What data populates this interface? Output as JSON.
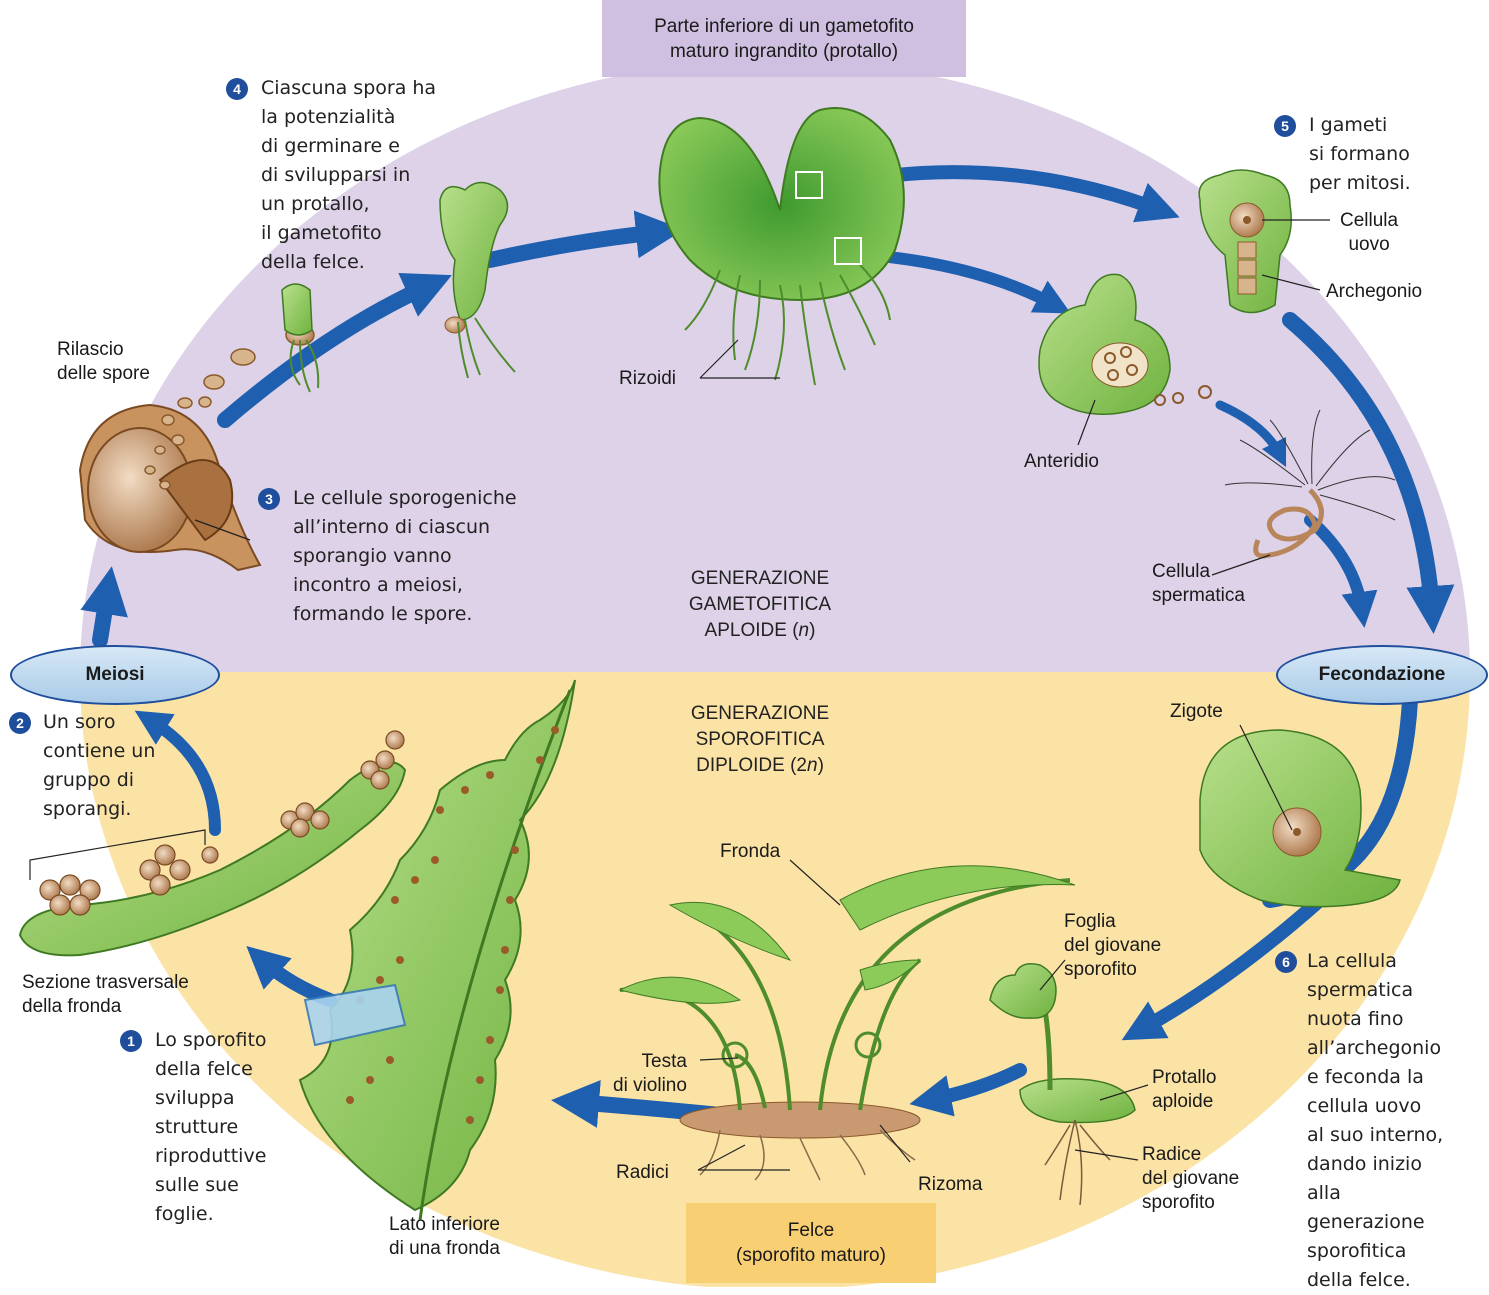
{
  "header_box": {
    "lines": [
      "Parte inferiore di un gametofito",
      "maturo ingrandito (protallo)"
    ]
  },
  "bottom_box": {
    "lines": [
      "Felce",
      "(sporofito maturo)"
    ]
  },
  "ovals": {
    "meiosis": "Meiosi",
    "fertilization": "Fecondazione"
  },
  "generations": {
    "gametophytic": {
      "line1": "GENERAZIONE",
      "line2": "GAMETOFITICA",
      "line3_prefix": "APLOIDE (",
      "line3_symbol": "n",
      "line3_suffix": ")"
    },
    "sporophytic": {
      "line1": "GENERAZIONE",
      "line2": "SPOROFITICA",
      "line3_prefix": "DIPLOIDE (2",
      "line3_symbol": "n",
      "line3_suffix": ")"
    }
  },
  "steps": [
    {
      "number": "1",
      "lines": [
        "Lo sporofito",
        "della felce",
        "sviluppa",
        "strutture",
        "riproduttive",
        "sulle sue",
        "foglie."
      ]
    },
    {
      "number": "2",
      "lines": [
        "Un soro",
        "contiene un",
        "gruppo di",
        "sporangi."
      ]
    },
    {
      "number": "3",
      "lines": [
        "Le cellule sporogeniche",
        "all’interno di ciascun",
        "sporangio vanno",
        "incontro a meiosi,",
        "formando le spore."
      ]
    },
    {
      "number": "4",
      "lines": [
        "Ciascuna spora ha",
        "la potenzialità",
        "di germinare e",
        "di svilupparsi in",
        "un protallo,",
        "il gametofito",
        "della felce."
      ]
    },
    {
      "number": "5",
      "lines": [
        "I gameti",
        "si formano",
        "per mitosi."
      ]
    },
    {
      "number": "6",
      "lines": [
        "La cellula",
        "spermatica",
        "nuota fino",
        "all’archegonio",
        "e feconda la",
        "cellula uovo",
        "al suo interno,",
        "dando inizio",
        "alla",
        "generazione",
        "sporofitica",
        "della felce."
      ]
    }
  ],
  "labels": {
    "release_spores": "Rilascio\ndelle spore",
    "rhizoids": "Rizoidi",
    "egg_cell": "Cellula\nuovo",
    "archegonium": "Archegonio",
    "antheridium": "Anteridio",
    "sperm_cell": "Cellula\nspermatica",
    "zygote": "Zigote",
    "frond_cross_section": "Sezione trasversale\ndella fronda",
    "frond": "Fronda",
    "fiddlehead": "Testa\ndi violino",
    "roots": "Radici",
    "rhizome": "Rizoma",
    "frond_underside": "Lato inferiore\ndi una fronda",
    "young_sporophyte_leaf": "Foglia\ndel giovane\nsporofito",
    "haploid_prothallus": "Protallo\naploide",
    "young_sporophyte_root": "Radice\ndel giovane\nsporofito"
  },
  "colors": {
    "haploid_bg": "#ddd2e8",
    "diploid_bg": "#fbe3a6",
    "header_box": "#cfc0e1",
    "bottom_box": "#f9cf73",
    "arrow_blue": "#1f5fb0",
    "step_badge": "#1f4e9c",
    "plant_green": "#7cbd4a",
    "sporangium_brown": "#b8865a"
  }
}
